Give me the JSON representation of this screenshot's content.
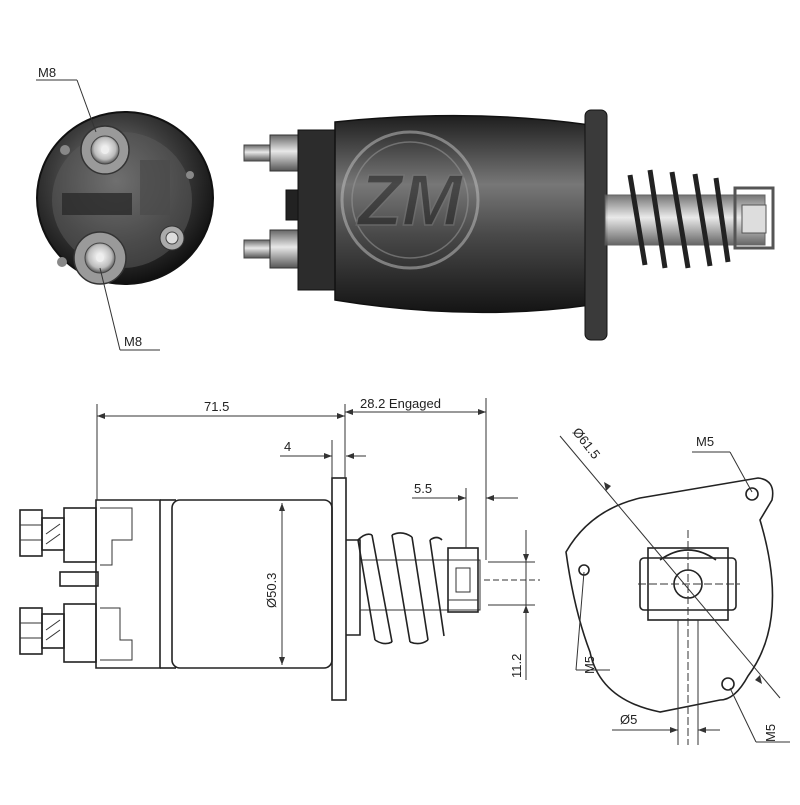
{
  "photo": {
    "end_view_labels": {
      "top_terminal": "M8",
      "bottom_terminal": "M8"
    },
    "logo_text": "ZM"
  },
  "drawing": {
    "side_view": {
      "overall_length": "71.5",
      "engaged_travel": "28.2 Engaged",
      "flange_thickness": "4",
      "stroke": "5.5",
      "body_diameter": "Ø50.3",
      "plunger_width": "11.2"
    },
    "end_view": {
      "flange_diameter": "Ø61.5",
      "hole_top_right": "M5",
      "hole_left": "M5",
      "hole_bottom": "M5",
      "pin_diameter": "Ø5"
    }
  }
}
